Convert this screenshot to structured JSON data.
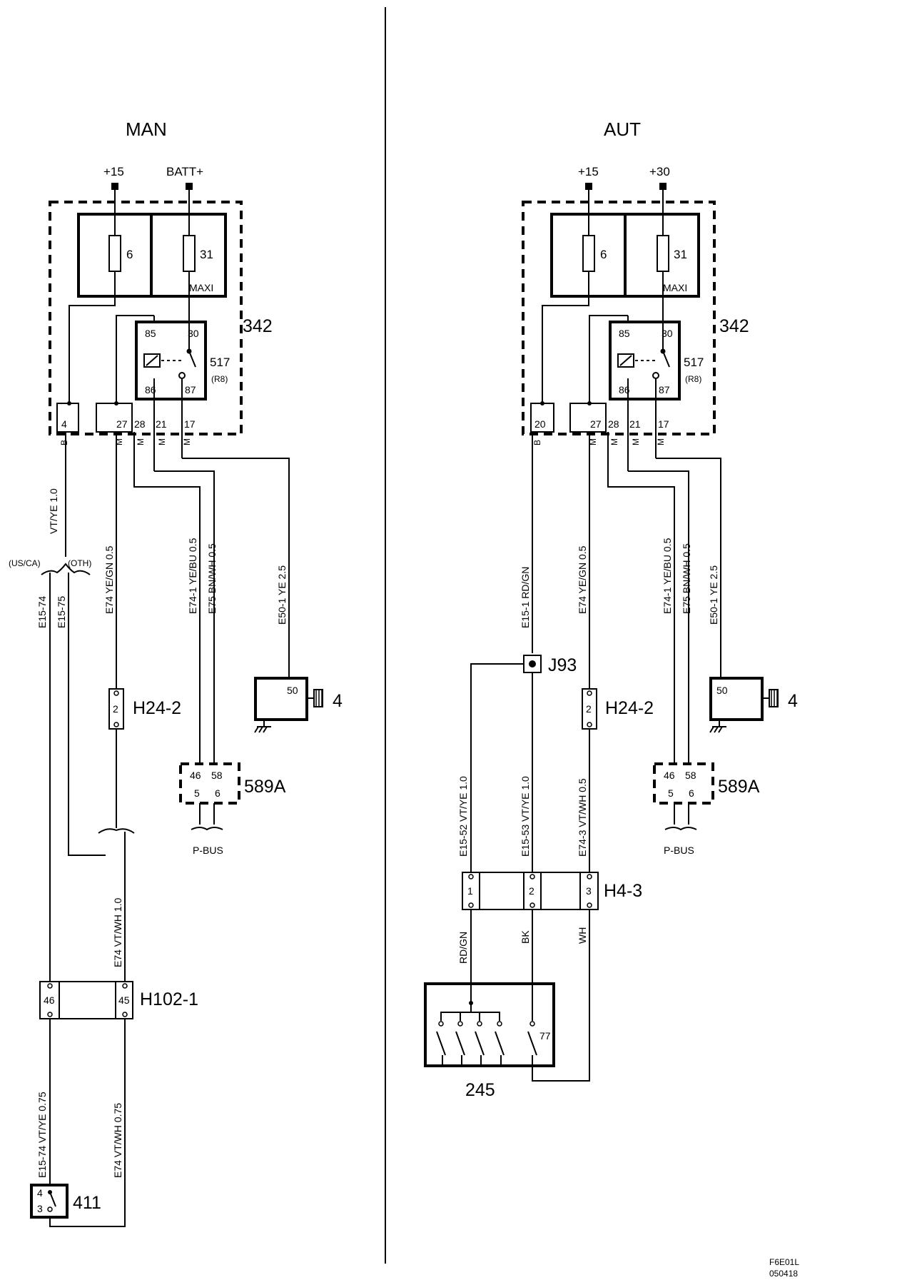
{
  "man": {
    "title": "MAN",
    "supply1": "+15",
    "supply2": "BATT+",
    "fuse1": "6",
    "fuse2": "31",
    "maxi": "MAXI",
    "box": "342",
    "relay": {
      "id": "517",
      "sub": "(R8)",
      "p85": "85",
      "p30": "30",
      "p86": "86",
      "p87": "87"
    },
    "pins": {
      "p4": "4",
      "p27": "27",
      "p28": "28",
      "p21": "21",
      "p17": "17",
      "b": "B",
      "m": "M"
    },
    "wires": {
      "vtye": "VT/YE  1.0",
      "e74": "E74  YE/GN  0.5",
      "e741": "E74-1  YE/BU  0.5",
      "e75": "E75  BN/WH  0.5",
      "e501": "E50-1  YE  2.5",
      "e1574": "E15-74",
      "e1575": "E15-75",
      "e74vtwh": "E74 VT/WH  1.0",
      "e1574b": "E15-74  VT/YE  0.75",
      "e74b": "E74  VT/WH 0.75"
    },
    "usca": "(US/CA)",
    "oth": "(OTH)",
    "h242": "H24-2",
    "h242pin": "2",
    "c589": "589A",
    "c589pins": [
      "46",
      "58",
      "5",
      "6"
    ],
    "pbus": "P-BUS",
    "comp4": "4",
    "comp4pin": "50",
    "h102": "H102-1",
    "h102pins": [
      "46",
      "45"
    ],
    "sw411": "411",
    "sw411pins": [
      "4",
      "3"
    ]
  },
  "aut": {
    "title": "AUT",
    "supply1": "+15",
    "supply2": "+30",
    "fuse1": "6",
    "fuse2": "31",
    "maxi": "MAXI",
    "box": "342",
    "relay": {
      "id": "517",
      "sub": "(R8)",
      "p85": "85",
      "p30": "30",
      "p86": "86",
      "p87": "87"
    },
    "pins": {
      "p20": "20",
      "p27": "27",
      "p28": "28",
      "p21": "21",
      "p17": "17",
      "b": "B",
      "m": "M"
    },
    "wires": {
      "e151": "E15-1  RD/GN",
      "e74": "E74  YE/GN  0.5",
      "e741": "E74-1  YE/BU  0.5",
      "e75": "E75  BN/WH  0.5",
      "e501": "E50-1  YE  2.5",
      "e1552": "E15-52  VT/YE  1.0",
      "e1553": "E15-53  VT/YE  1.0",
      "e743": "E74-3  VT/WH  0.5",
      "rdgn": "RD/GN",
      "bk": "BK",
      "wh": "WH"
    },
    "j93": "J93",
    "h242": "H24-2",
    "h242pin": "2",
    "c589": "589A",
    "c589pins": [
      "46",
      "58",
      "5",
      "6"
    ],
    "pbus": "P-BUS",
    "comp4": "4",
    "comp4pin": "50",
    "h43": "H4-3",
    "h43pins": [
      "1",
      "2",
      "3"
    ],
    "c245": "245",
    "c245pin": "77"
  },
  "footer": {
    "code": "F6E01L",
    "date": "050418"
  }
}
